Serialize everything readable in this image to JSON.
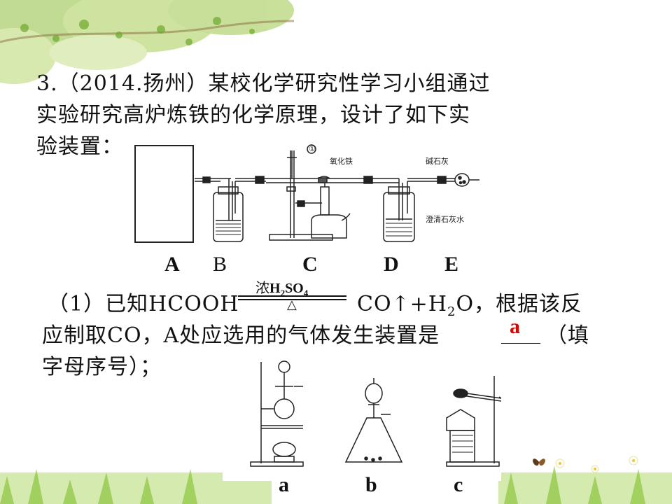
{
  "question": {
    "line1": "3.（2014.扬州）某校化学研究性学习小组通过",
    "line2": "实验研究高炉炼铁的化学原理，设计了如下实",
    "line3": "验装置："
  },
  "apparatus_labels": {
    "A": "A",
    "B": "B",
    "C": "C",
    "D": "D",
    "E": "E",
    "circle_one": "①",
    "iron_oxide": "氧化铁",
    "soda_lime": "碱石灰",
    "limewater": "澄清石灰水"
  },
  "part1": {
    "prefix": "（1）已知HCOOH",
    "catalyst_prefix": "浓",
    "catalyst_formula": "H",
    "catalyst_sub1": "2",
    "catalyst_so": "SO",
    "catalyst_sub2": "4",
    "condition": "△",
    "products_part1": "CO↑+H",
    "products_sub": "2",
    "products_part2": "O，根据该反",
    "line2_text": "应制取CO，A处应选用的气体发生装置是",
    "line2_suffix": "（填",
    "line3_text": "字母序号）；",
    "answer": "a"
  },
  "option_labels": [
    "a",
    "b",
    "c"
  ],
  "colors": {
    "answer": "#e00000",
    "text": "#111111"
  }
}
